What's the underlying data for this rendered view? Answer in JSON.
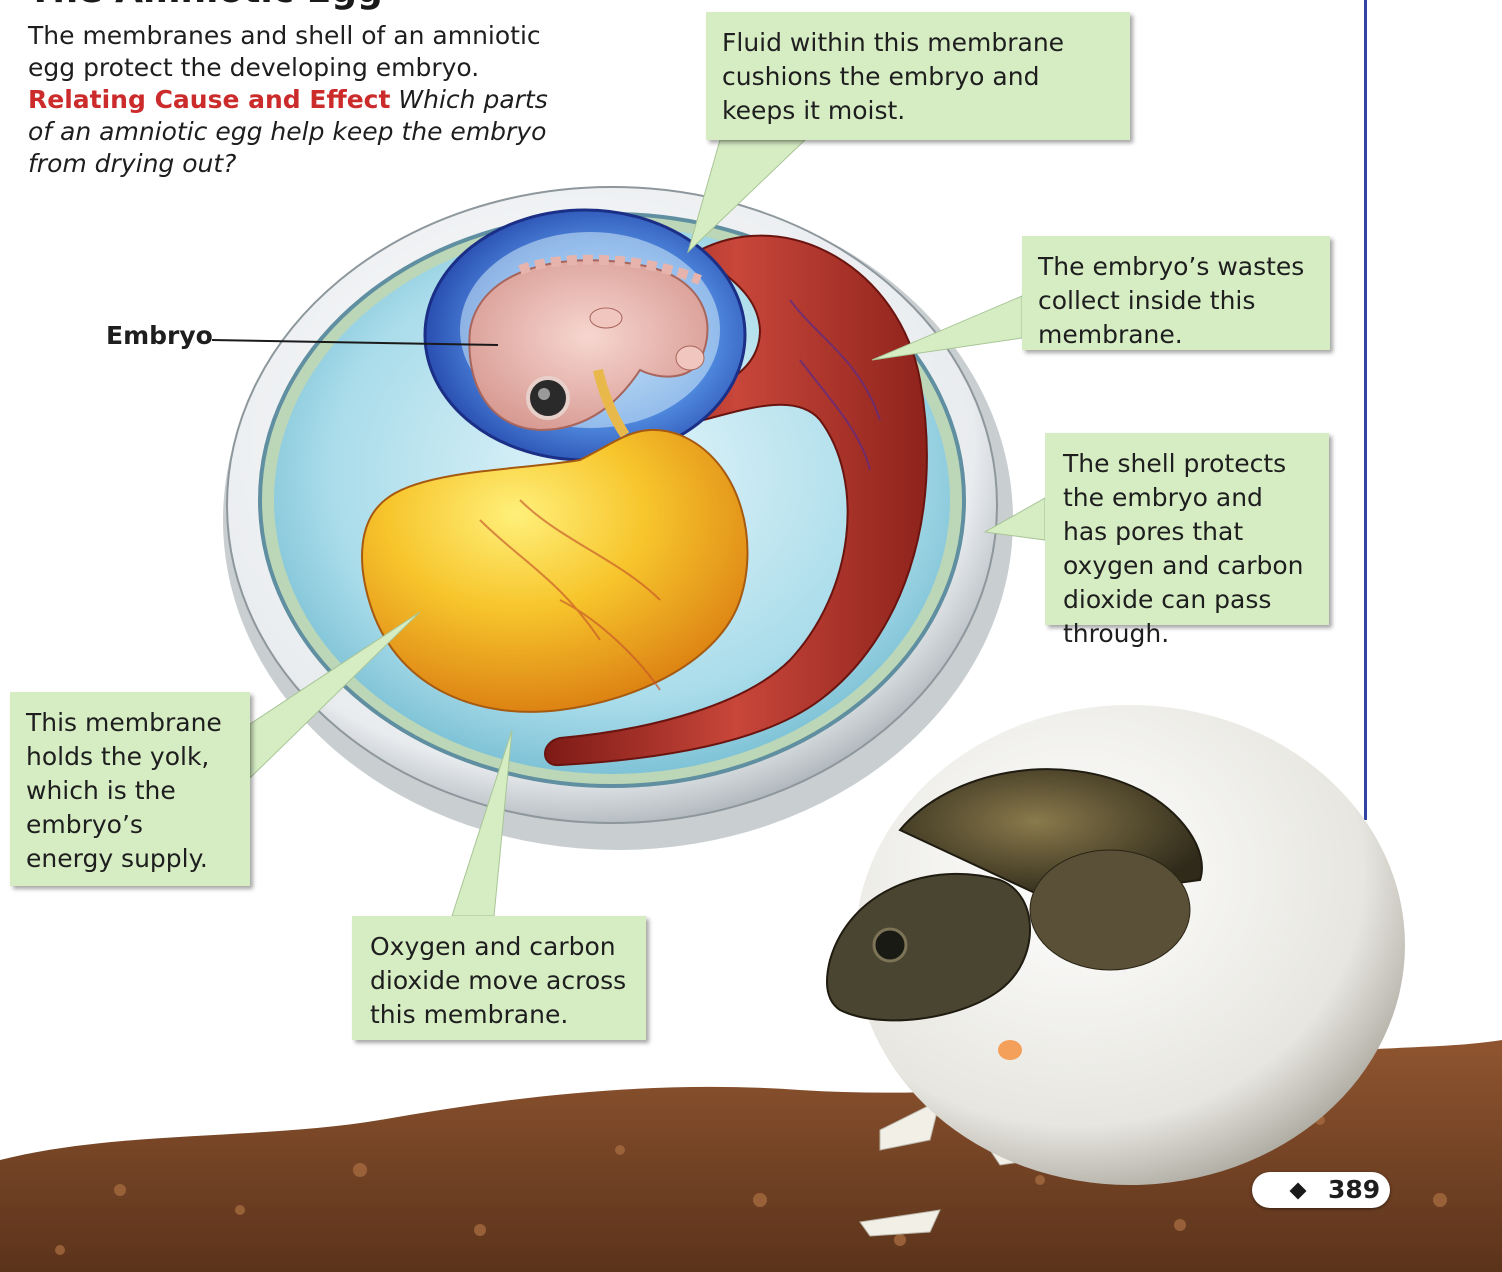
{
  "page": {
    "title": "The Amniotic Egg",
    "intro": "The membranes and shell of an amniotic egg protect the developing embryo.",
    "skill_label": "Relating Cause and Effect",
    "question": "Which parts of an amniotic egg help keep the embryo from drying out?",
    "page_number": "389"
  },
  "labels": {
    "embryo": "Embryo"
  },
  "callouts": {
    "amnion": "Fluid within this membrane cushions the embryo and keeps it moist.",
    "allantois": "The embryo’s wastes collect inside this membrane.",
    "shell": "The shell protects the embryo and has pores that oxygen and carbon dioxide can pass through.",
    "yolk_sac": "This membrane holds the yolk, which is the embryo’s energy supply.",
    "chorion": "Oxygen and carbon dioxide move across this membrane."
  },
  "colors": {
    "callout_bg": "#d6edc4",
    "heading_red": "#cc2b2b",
    "margin_rule": "#3144a6",
    "yolk": "#f2a81c",
    "amnion_blue": "#2c5fc4",
    "allantois_red": "#b2342b",
    "soil": "#7a4a2a"
  }
}
